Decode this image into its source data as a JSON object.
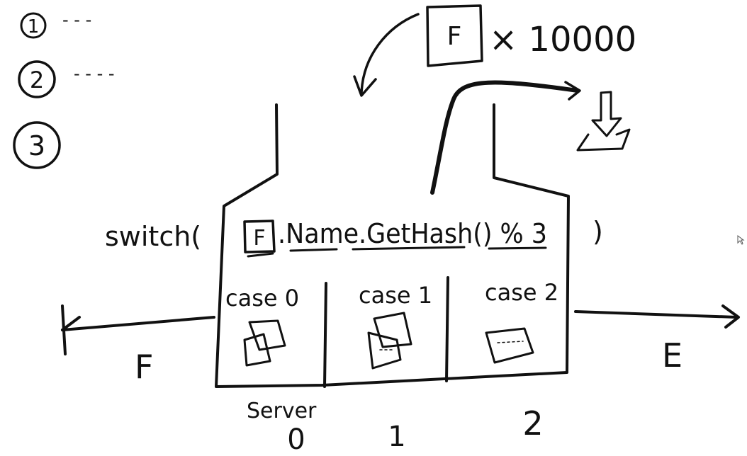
{
  "colors": {
    "ink": "#111111",
    "background": "#ffffff"
  },
  "list": {
    "items": [
      {
        "number": "1",
        "text": "- - -"
      },
      {
        "number": "2",
        "text": "- - - -"
      },
      {
        "number": "3",
        "text": ""
      }
    ]
  },
  "top": {
    "box_letter": "F",
    "multiplier": "× 10000"
  },
  "switch": {
    "keyword": "switch(",
    "box_letter": "F",
    "expression": ".Name.GetHash() % 3",
    "close": ")"
  },
  "cases": [
    {
      "label": "case 0"
    },
    {
      "label": "case 1"
    },
    {
      "label": "case 2"
    }
  ],
  "sides": {
    "left": "F",
    "right": "E"
  },
  "servers": {
    "label": "Server",
    "numbers": [
      "0",
      "1",
      "2"
    ]
  }
}
